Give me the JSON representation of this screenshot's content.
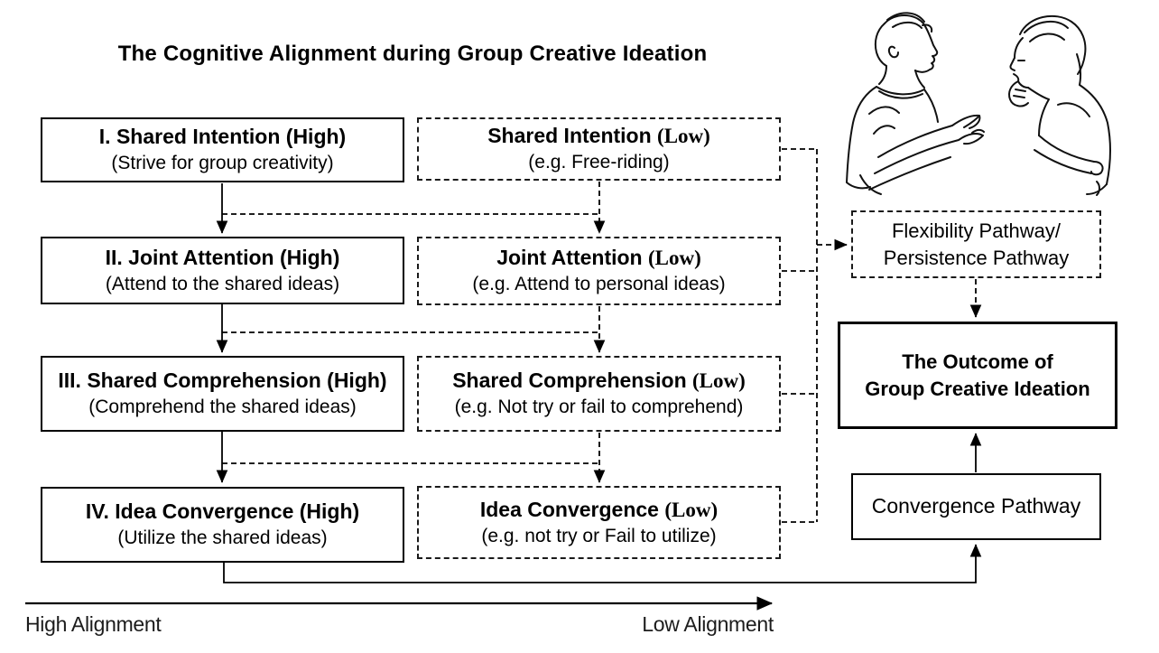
{
  "title": "The Cognitive Alignment during Group Creative Ideation",
  "colors": {
    "ink": "#000000",
    "background": "#ffffff"
  },
  "high_column": {
    "boxes": [
      {
        "heading": "I. Shared Intention (High)",
        "subtitle": "(Strive for group creativity)"
      },
      {
        "heading": "II. Joint Attention (High)",
        "subtitle": "(Attend to the shared ideas)"
      },
      {
        "heading": "III. Shared Comprehension (High)",
        "subtitle": "(Comprehend the shared ideas)"
      },
      {
        "heading": "IV. Idea Convergence (High)",
        "subtitle": "(Utilize the shared ideas)"
      }
    ]
  },
  "low_column": {
    "boxes": [
      {
        "heading": "Shared Intention",
        "level": "(Low)",
        "subtitle": "(e.g. Free-riding)"
      },
      {
        "heading": "Joint Attention",
        "level": "(Low)",
        "subtitle": "(e.g. Attend to personal ideas)"
      },
      {
        "heading": "Shared Comprehension",
        "level": "(Low)",
        "subtitle": "(e.g. Not try or fail to comprehend)"
      },
      {
        "heading": "Idea Convergence",
        "level": "(Low)",
        "subtitle": "(e.g. not try or Fail to utilize)"
      }
    ]
  },
  "right_column": {
    "pathway_box": {
      "line1": "Flexibility Pathway/",
      "line2": "Persistence Pathway"
    },
    "outcome_box": {
      "line1": "The Outcome of",
      "line2": "Group Creative Ideation"
    },
    "convergence_box": {
      "label": "Convergence Pathway"
    },
    "illustration": "two-people-talking-sketch"
  },
  "axis": {
    "left_label": "High Alignment",
    "right_label": "Low Alignment"
  }
}
